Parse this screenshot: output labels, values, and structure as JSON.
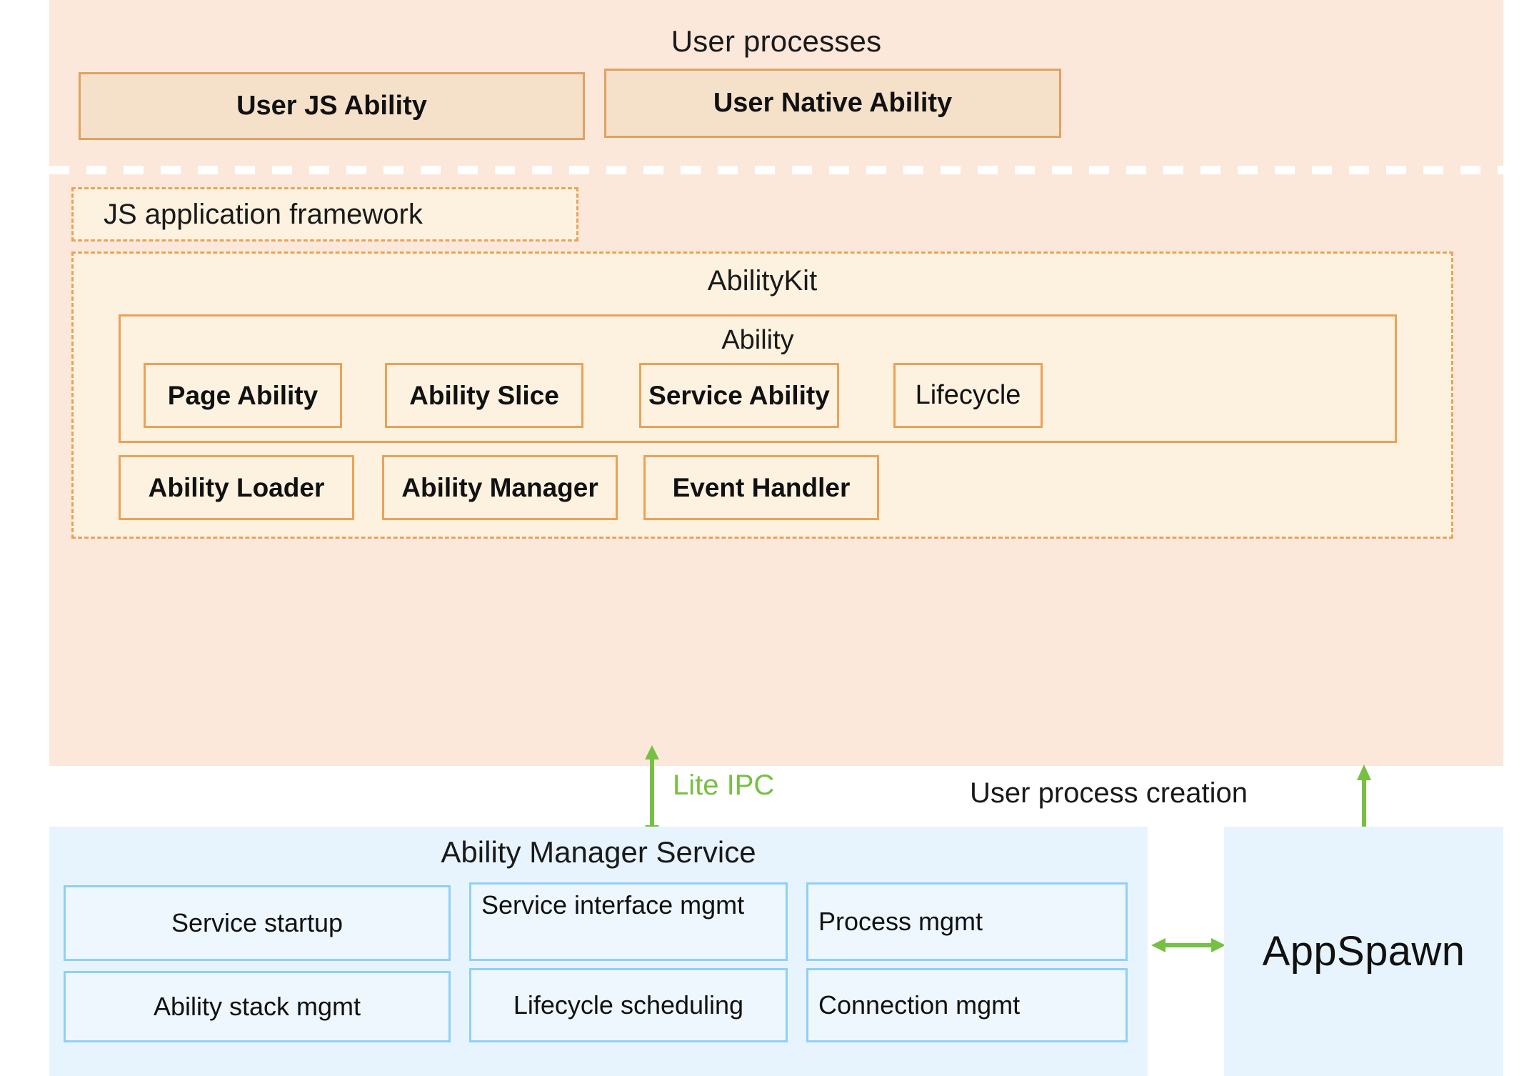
{
  "diagram": {
    "title": "User processes",
    "colors": {
      "panel_orange_bg": "#fbe8da",
      "box_orange_fill": "#f5e0ca",
      "box_orange_border": "#dfa260",
      "kit_fill": "#fdf2e0",
      "kit_border": "#eda156",
      "dashed_border": "#e8a35a",
      "panel_blue_bg": "#e8f4fd",
      "blue_box_fill": "#eef7fe",
      "blue_box_border": "#8fd0f5",
      "arrow_green": "#76c043",
      "text": "#111111"
    }
  },
  "user_processes": {
    "title": "User processes",
    "boxes": [
      {
        "label": "User JS Ability"
      },
      {
        "label": "User Native Ability"
      }
    ]
  },
  "framework": {
    "js_framework_label": "JS application framework",
    "abilitykit": {
      "title": "AbilityKit",
      "ability_group": {
        "title": "Ability",
        "cells": [
          {
            "label": "Page Ability",
            "bold": true
          },
          {
            "label": "Ability Slice",
            "bold": true
          },
          {
            "label": "Service Ability",
            "bold": true
          },
          {
            "label": "Lifecycle",
            "bold": false
          }
        ]
      },
      "second_row": [
        {
          "label": "Ability Loader"
        },
        {
          "label": "Ability Manager"
        },
        {
          "label": "Event Handler"
        }
      ]
    }
  },
  "connectors": {
    "lite_ipc_label": "Lite IPC",
    "user_process_creation_label": "User process creation"
  },
  "ability_manager_service": {
    "title": "Ability Manager Service",
    "cells": [
      {
        "label": "Service startup",
        "align": "center"
      },
      {
        "label": "Service interface mgmt",
        "align": "topleft"
      },
      {
        "label": "Process mgmt",
        "align": "left"
      },
      {
        "label": "Ability stack mgmt",
        "align": "center"
      },
      {
        "label": "Lifecycle scheduling",
        "align": "center"
      },
      {
        "label": "Connection mgmt",
        "align": "left"
      }
    ]
  },
  "appspawn": {
    "label": "AppSpawn"
  }
}
